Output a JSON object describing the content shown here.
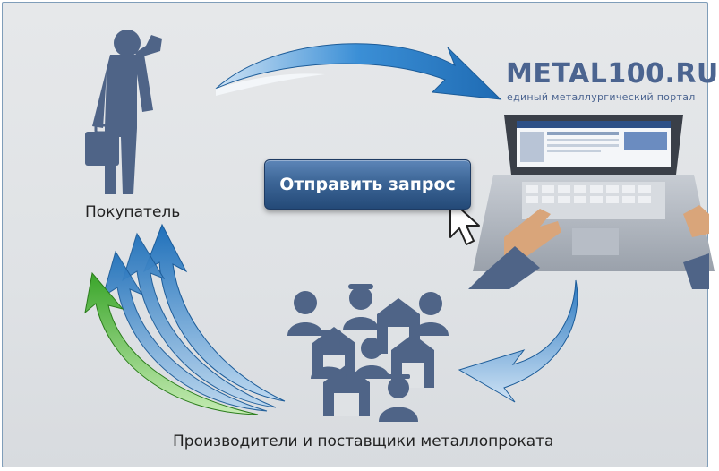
{
  "brand": {
    "title": "METAL100.RU",
    "subtitle": "единый металлургический портал"
  },
  "actions": {
    "send_request_label": "Отправить запрос"
  },
  "labels": {
    "buyer": "Покупатель",
    "suppliers": "Производители и поставщики металлопроката"
  },
  "colors": {
    "brand": "#4b6490",
    "figure": "#4f6487",
    "arrow_blue": "#2e7fc4",
    "arrow_green": "#43b02a",
    "button": "#2f5a8c",
    "background": "#dfe2e5",
    "skin": "#d9a57a"
  },
  "icons": {
    "buyer": "businessman-on-phone-icon",
    "portal": "laptop-with-hands-icon",
    "suppliers": "workers-and-warehouses-icon",
    "cursor": "mouse-pointer-icon"
  }
}
